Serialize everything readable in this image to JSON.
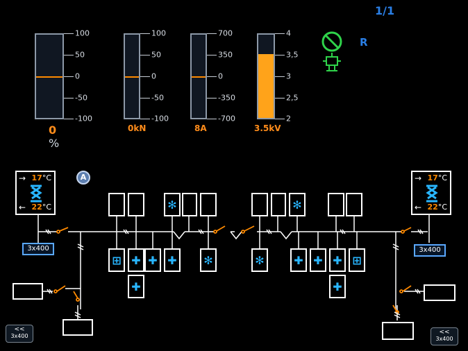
{
  "page_indicator": "1/1",
  "status_letter": "R",
  "gauges": [
    {
      "scale": [
        "100",
        "50",
        "0",
        "-50",
        "-100"
      ],
      "value": "0",
      "unit": "%",
      "fill": 0.5
    },
    {
      "scale": [
        "100",
        "50",
        "0",
        "-50",
        "-100"
      ],
      "value": "0kN",
      "unit": "",
      "fill": 0.5
    },
    {
      "scale": [
        "700",
        "350",
        "0",
        "-350",
        "-700"
      ],
      "value": "8A",
      "unit": "",
      "fill": 0.5
    },
    {
      "scale": [
        "4",
        "3,5",
        "3",
        "2,5",
        "2"
      ],
      "value": "3.5kV",
      "unit": "",
      "fill": 0.75
    }
  ],
  "climate_left": {
    "arrow_in": "→",
    "arrow_out": "←",
    "temp_top": "17",
    "temp_bottom": "22",
    "unit": "°C"
  },
  "climate_right": {
    "arrow_in": "→",
    "arrow_out": "←",
    "temp_top": "17",
    "temp_bottom": "22",
    "unit": "°C"
  },
  "conn_boxes": {
    "left": "3x400",
    "right": "3x400"
  },
  "conn_buttons": {
    "left": "3x400",
    "right": "3x400",
    "arrow": "<<"
  },
  "auto_icon": "A",
  "colors": {
    "accent_blue": "#2a7fe6",
    "orange": "#ff8a00",
    "green": "#2fd34a",
    "cyan": "#29b6ff"
  }
}
